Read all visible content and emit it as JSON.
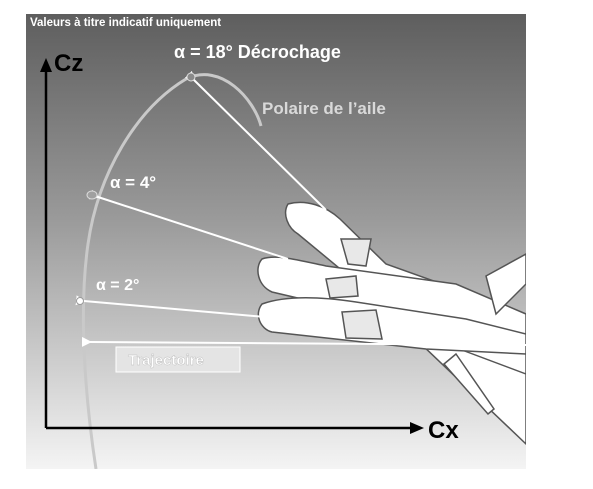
{
  "note": "Valeurs à titre indicatif uniquement",
  "axes": {
    "y": "Cz",
    "x": "Cx"
  },
  "curve_label": "Polaire de l’aile",
  "points": [
    {
      "label": "α = 18° Décrochage"
    },
    {
      "label": "α = 4°"
    },
    {
      "label": "α = 2°"
    }
  ],
  "trajectory_label": "Trajectoire",
  "colors": {
    "bg_top": "#5e5e5e",
    "bg_bottom": "#f4f4f4",
    "curve": "#c9c9c9",
    "arrow": "#ffffff",
    "axis": "#000000",
    "aircraft_fill": "#ffffff",
    "aircraft_stroke": "#555555"
  }
}
